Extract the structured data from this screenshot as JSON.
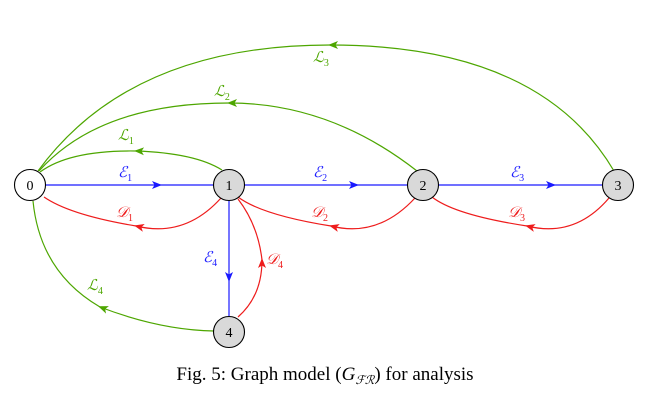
{
  "colors": {
    "blue": "#1a1aff",
    "red": "#ee1c1c",
    "green": "#4da600",
    "node_white": "#ffffff",
    "node_gray": "#d9d9d9"
  },
  "nodes": {
    "n0": {
      "label": "0"
    },
    "n1": {
      "label": "1"
    },
    "n2": {
      "label": "2"
    },
    "n3": {
      "label": "3"
    },
    "n4": {
      "label": "4"
    }
  },
  "edges": {
    "E1": {
      "letter": "ℰ",
      "sub": "1"
    },
    "E2": {
      "letter": "ℰ",
      "sub": "2"
    },
    "E3": {
      "letter": "ℰ",
      "sub": "3"
    },
    "E4": {
      "letter": "ℰ",
      "sub": "4"
    },
    "D1": {
      "letter": "𝒟",
      "sub": "1"
    },
    "D2": {
      "letter": "𝒟",
      "sub": "2"
    },
    "D3": {
      "letter": "𝒟",
      "sub": "3"
    },
    "D4": {
      "letter": "𝒟",
      "sub": "4"
    },
    "L1": {
      "letter": "ℒ",
      "sub": "1"
    },
    "L2": {
      "letter": "ℒ",
      "sub": "2"
    },
    "L3": {
      "letter": "ℒ",
      "sub": "3"
    },
    "L4": {
      "letter": "ℒ",
      "sub": "4"
    }
  },
  "caption": {
    "prefix": "Fig. 5: Graph model (",
    "symbol": "G",
    "subscript": "ℱℛ",
    "suffix": ") for analysis"
  }
}
